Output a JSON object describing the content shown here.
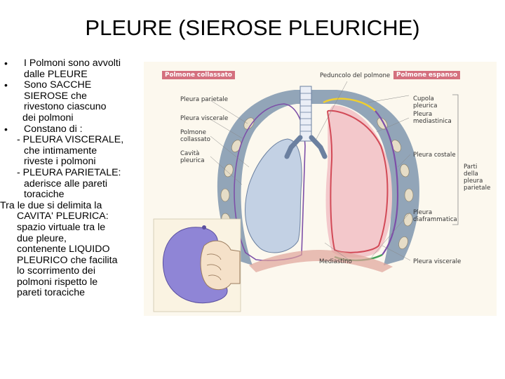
{
  "title": "PLEURE (SIEROSE PLEURICHE)",
  "bullets": [
    {
      "line1": "I Polmoni sono avvolti",
      "line2": "dalle PLEURE"
    },
    {
      "line1": "Sono SACCHE",
      "line2": "SIEROSE che",
      "line3": "rivestono ciascuno",
      "line4": "dei polmoni"
    },
    {
      "line1": "Constano di :"
    }
  ],
  "sub1": {
    "line1": "- PLEURA VISCERALE,",
    "line2": "che intimamente",
    "line3": "riveste i polmoni"
  },
  "sub2": {
    "line1": "- PLEURA PARIETALE:",
    "line2": "aderisce alle pareti",
    "line3": "toraciche"
  },
  "cavity": {
    "line1": "Tra le due si delimita la",
    "line2": "CAVITA' PLEURICA:",
    "line3": "spazio virtuale tra le",
    "line4": "due pleure,",
    "line5": "contenente LIQUIDO",
    "line6": "PLEURICO che facilita",
    "line7": "lo scorrimento dei",
    "line8": "polmoni rispetto le",
    "line9": "pareti toraciche"
  },
  "figure": {
    "header_left": "Polmone collassato",
    "header_right": "Polmone espanso",
    "peduncolo": "Peduncolo del polmone",
    "pleura_parietale": "Pleura parietale",
    "pleura_viscerale_left": "Pleura viscerale",
    "polmone_collassato": {
      "line1": "Polmone",
      "line2": "collassato"
    },
    "cavita_pleurica": {
      "line1": "Cavità",
      "line2": "pleurica"
    },
    "cupola": {
      "line1": "Cupola",
      "line2": "pleurica"
    },
    "mediastinica": {
      "line1": "Pleura",
      "line2": "mediastinica"
    },
    "costale": "Pleura costale",
    "parti": {
      "line1": "Parti",
      "line2": "della pleura",
      "line3": "parietale"
    },
    "diaframmatica": {
      "line1": "Pleura",
      "line2": "diaframmatica"
    },
    "mediastino": "Mediastino",
    "pleura_viscerale_right": "Pleura viscerale",
    "colors": {
      "header_bg": "#d4707e",
      "chest_wall": "#6f8aa6",
      "lung_left": "#c3d1e4",
      "lung_right": "#f3c8cb",
      "pleura_yellow": "#f0cf2e",
      "pleura_red": "#d24a57",
      "pleura_green": "#45a05a",
      "pleura_purple": "#7d4fa8",
      "balloon": "#8f85d6"
    }
  }
}
